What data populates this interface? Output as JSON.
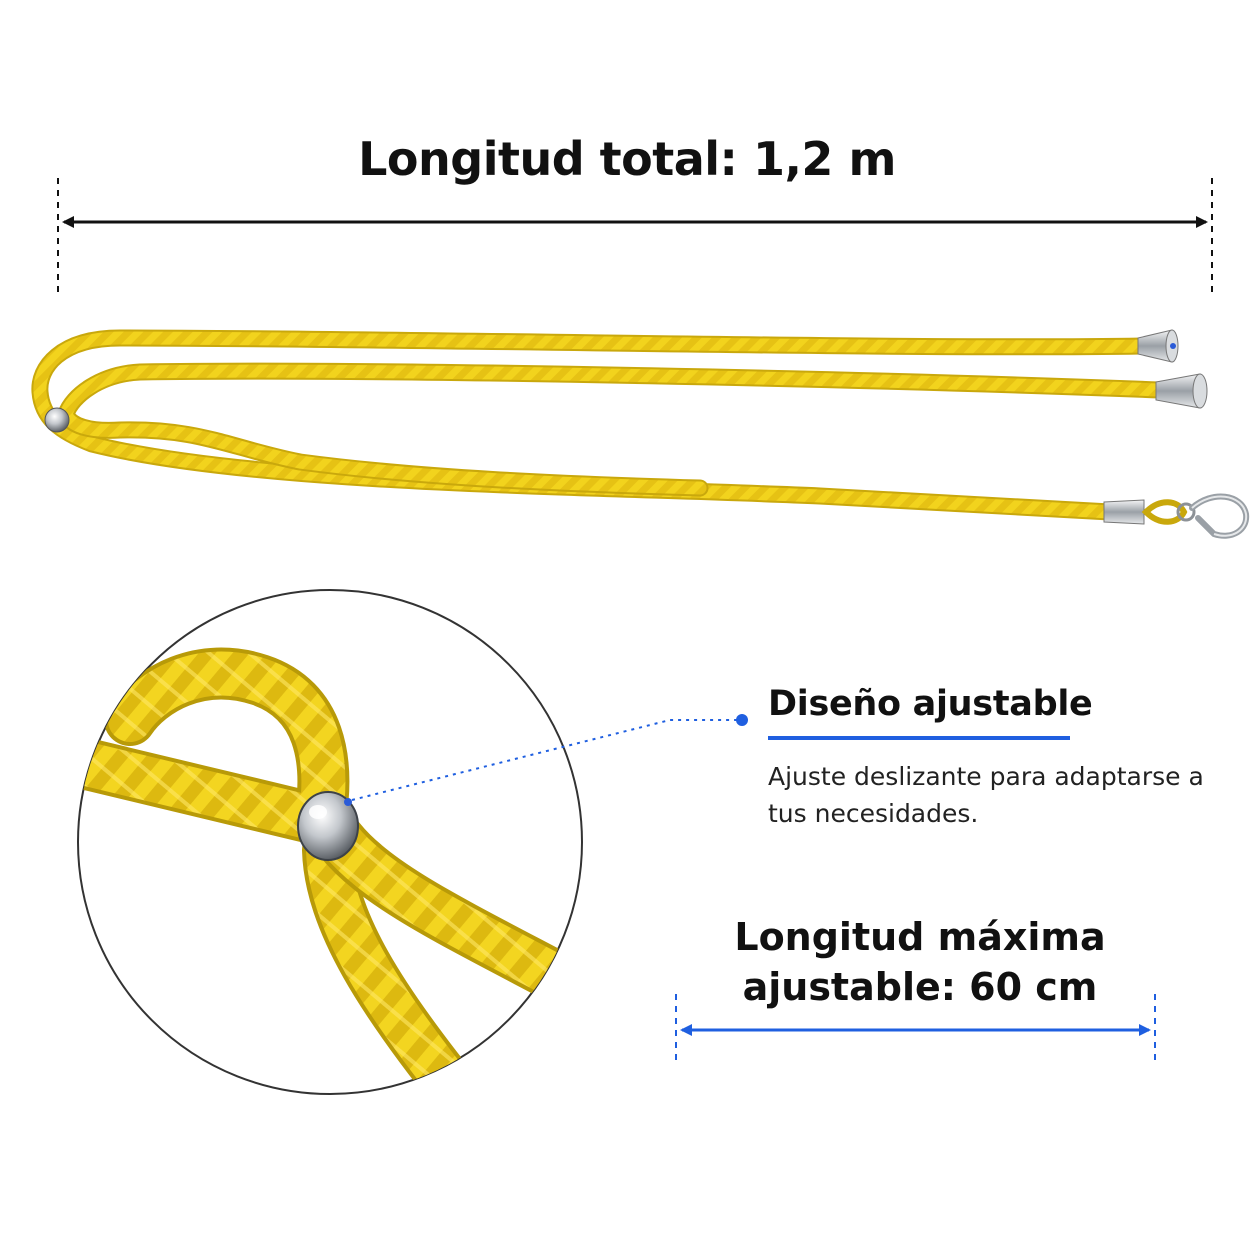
{
  "total_length_label": "Longitud total: 1,2 m",
  "feature": {
    "title": "Diseño ajustable",
    "description": "Ajuste deslizante para adaptarse a tus necesidades."
  },
  "max_length_label": "Longitud máxima ajustable: 60 cm",
  "colors": {
    "cord": "#f2d31d",
    "cord_shadow": "#c9a80c",
    "cord_highlight": "#ffe866",
    "accent_blue": "#1f5fe0",
    "arrow_black": "#111111",
    "metal": "#b8bcc2"
  }
}
